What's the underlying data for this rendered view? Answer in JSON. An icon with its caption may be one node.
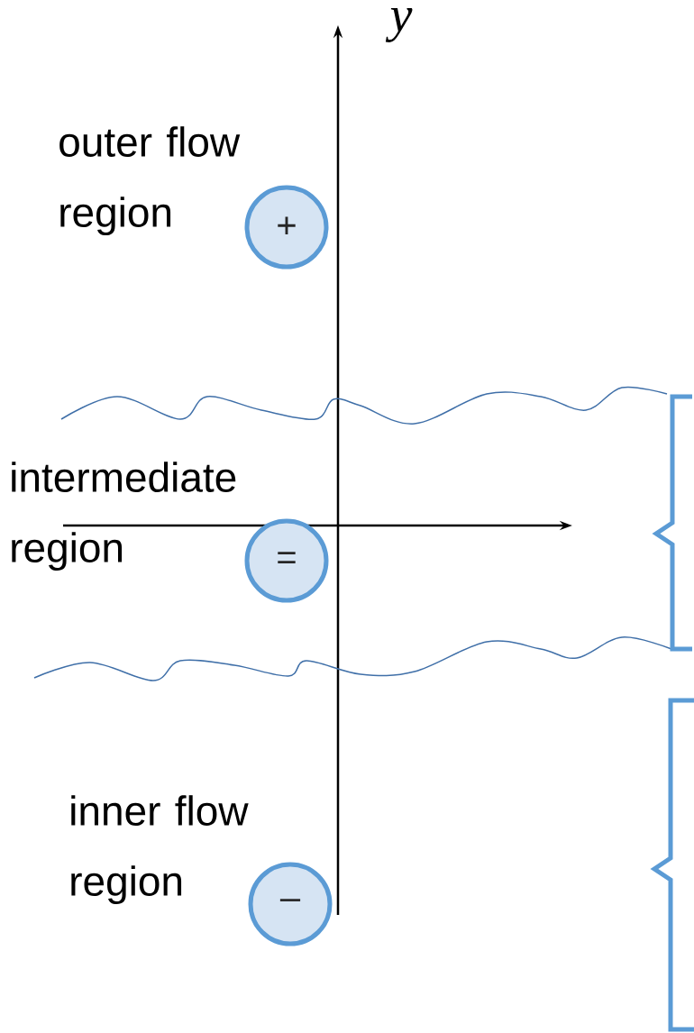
{
  "diagram": {
    "nodes": [
      {
        "text": [
          "+"
        ],
        "beside": [
          "outer flow region"
        ]
      },
      {
        "text": [
          "="
        ],
        "beside": [
          "intermediate region"
        ]
      },
      {
        "text": [
          "–"
        ],
        "beside": [
          "inner flow region"
        ]
      }
    ],
    "labels": [
      "y"
    ]
  }
}
